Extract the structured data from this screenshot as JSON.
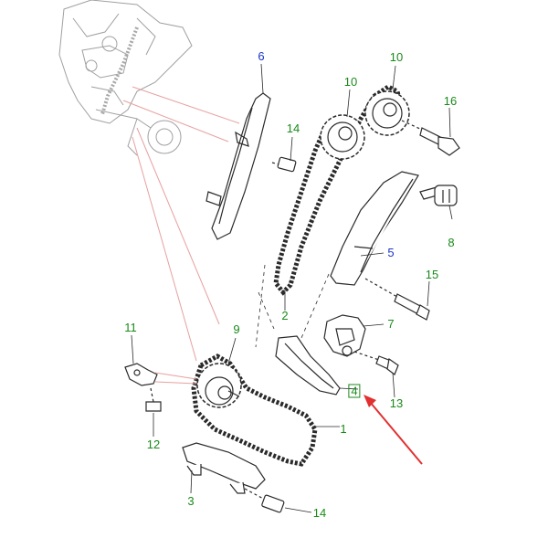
{
  "colors": {
    "line": "#2a2a2a",
    "faint": "#9a9a9a",
    "part_green": "#1a8a1a",
    "part_blue": "#1a33c8",
    "pointer_red": "#e23030",
    "leader_red": "#e8a0a0"
  },
  "callouts": [
    {
      "id": "c1",
      "label": "1",
      "color": "green"
    },
    {
      "id": "c2",
      "label": "2",
      "color": "green"
    },
    {
      "id": "c3",
      "label": "3",
      "color": "green"
    },
    {
      "id": "c4",
      "label": "4",
      "color": "green",
      "boxed": true
    },
    {
      "id": "c5",
      "label": "5",
      "color": "blue"
    },
    {
      "id": "c6",
      "label": "6",
      "color": "blue"
    },
    {
      "id": "c7",
      "label": "7",
      "color": "green"
    },
    {
      "id": "c8",
      "label": "8",
      "color": "green"
    },
    {
      "id": "c9",
      "label": "9",
      "color": "green"
    },
    {
      "id": "c10a",
      "label": "10",
      "color": "green"
    },
    {
      "id": "c10b",
      "label": "10",
      "color": "green"
    },
    {
      "id": "c11",
      "label": "11",
      "color": "green"
    },
    {
      "id": "c12",
      "label": "12",
      "color": "green"
    },
    {
      "id": "c13",
      "label": "13",
      "color": "green"
    },
    {
      "id": "c14a",
      "label": "14",
      "color": "green"
    },
    {
      "id": "c14b",
      "label": "14",
      "color": "green"
    },
    {
      "id": "c15",
      "label": "15",
      "color": "green"
    },
    {
      "id": "c16",
      "label": "16",
      "color": "green"
    }
  ]
}
